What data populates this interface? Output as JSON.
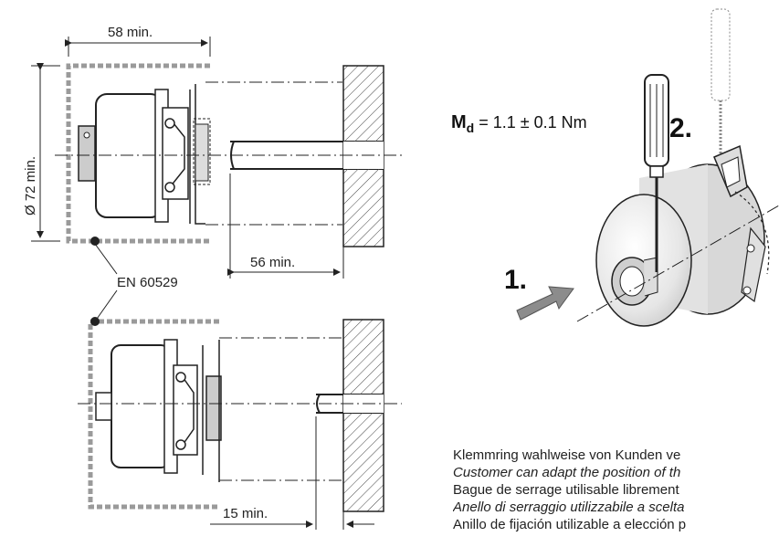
{
  "dimensions": {
    "top_width": "58 min.",
    "diameter": "Ø 72 min.",
    "shaft_length": "56 min.",
    "standard": "EN 60529",
    "lower_depth": "15 min."
  },
  "torque": {
    "symbol": "M",
    "subscript": "d",
    "value": " = 1.1 ± 0.1 Nm"
  },
  "steps": {
    "first": "1.",
    "second": "2."
  },
  "notes": [
    {
      "text": "Klemmring wahlweise von Kunden ve",
      "italic": false
    },
    {
      "text": "Customer can adapt the position of th",
      "italic": true
    },
    {
      "text": "Bague de serrage utilisable librement",
      "italic": false
    },
    {
      "text": "Anello di serraggio utilizzabile a scelta",
      "italic": true
    },
    {
      "text": "Anillo de fijación utilizable a elección p",
      "italic": false
    }
  ],
  "colors": {
    "line": "#222222",
    "housing_dash": "#9a9a9a",
    "wall_hatch": "#444444",
    "encoder_body": "#e9e9e9",
    "arrow": "#8c8c8c"
  }
}
